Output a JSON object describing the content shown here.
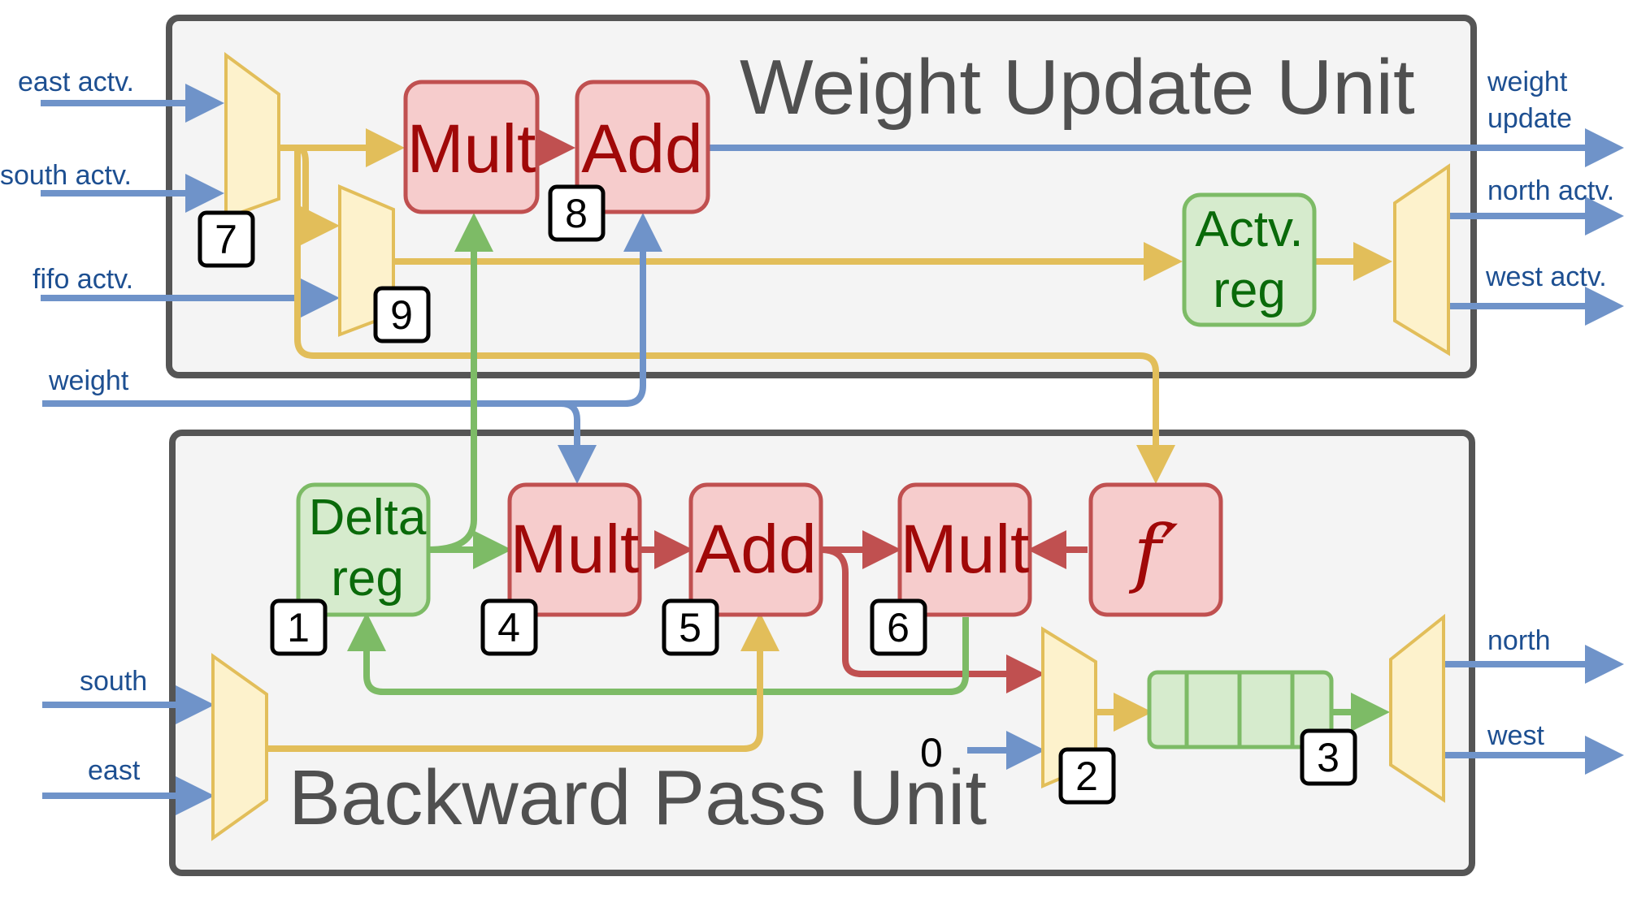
{
  "units": {
    "weight_update": "Weight Update Unit",
    "backward_pass": "Backward Pass Unit"
  },
  "inputs": {
    "east_actv": "east actv.",
    "south_actv": "south actv.",
    "fifo_actv": "fifo actv.",
    "weight": "weight",
    "south": "south",
    "east": "east",
    "zero": "0"
  },
  "outputs": {
    "weight_update_line1": "weight",
    "weight_update_line2": "update",
    "north_actv": "north actv.",
    "west_actv": "west actv.",
    "north": "north",
    "west": "west"
  },
  "blocks": {
    "wu_mult": "Mult",
    "wu_add": "Add",
    "actv_reg_line1": "Actv.",
    "actv_reg_line2": "reg",
    "delta_reg_line1": "Delta",
    "delta_reg_line2": "reg",
    "bp_mult1": "Mult",
    "bp_add": "Add",
    "bp_mult2": "Mult",
    "f_prime": "f′"
  },
  "step_numbers": {
    "n1": "1",
    "n2": "2",
    "n3": "3",
    "n4": "4",
    "n5": "5",
    "n6": "6",
    "n7": "7",
    "n8": "8",
    "n9": "9"
  },
  "colors": {
    "blue_wire": "#6f93c9",
    "gold_wire": "#e2be5a",
    "red_wire": "#c05050",
    "green_wire": "#7dbb66",
    "unit_fill": "#f4f4f4",
    "unit_border": "#555555"
  }
}
